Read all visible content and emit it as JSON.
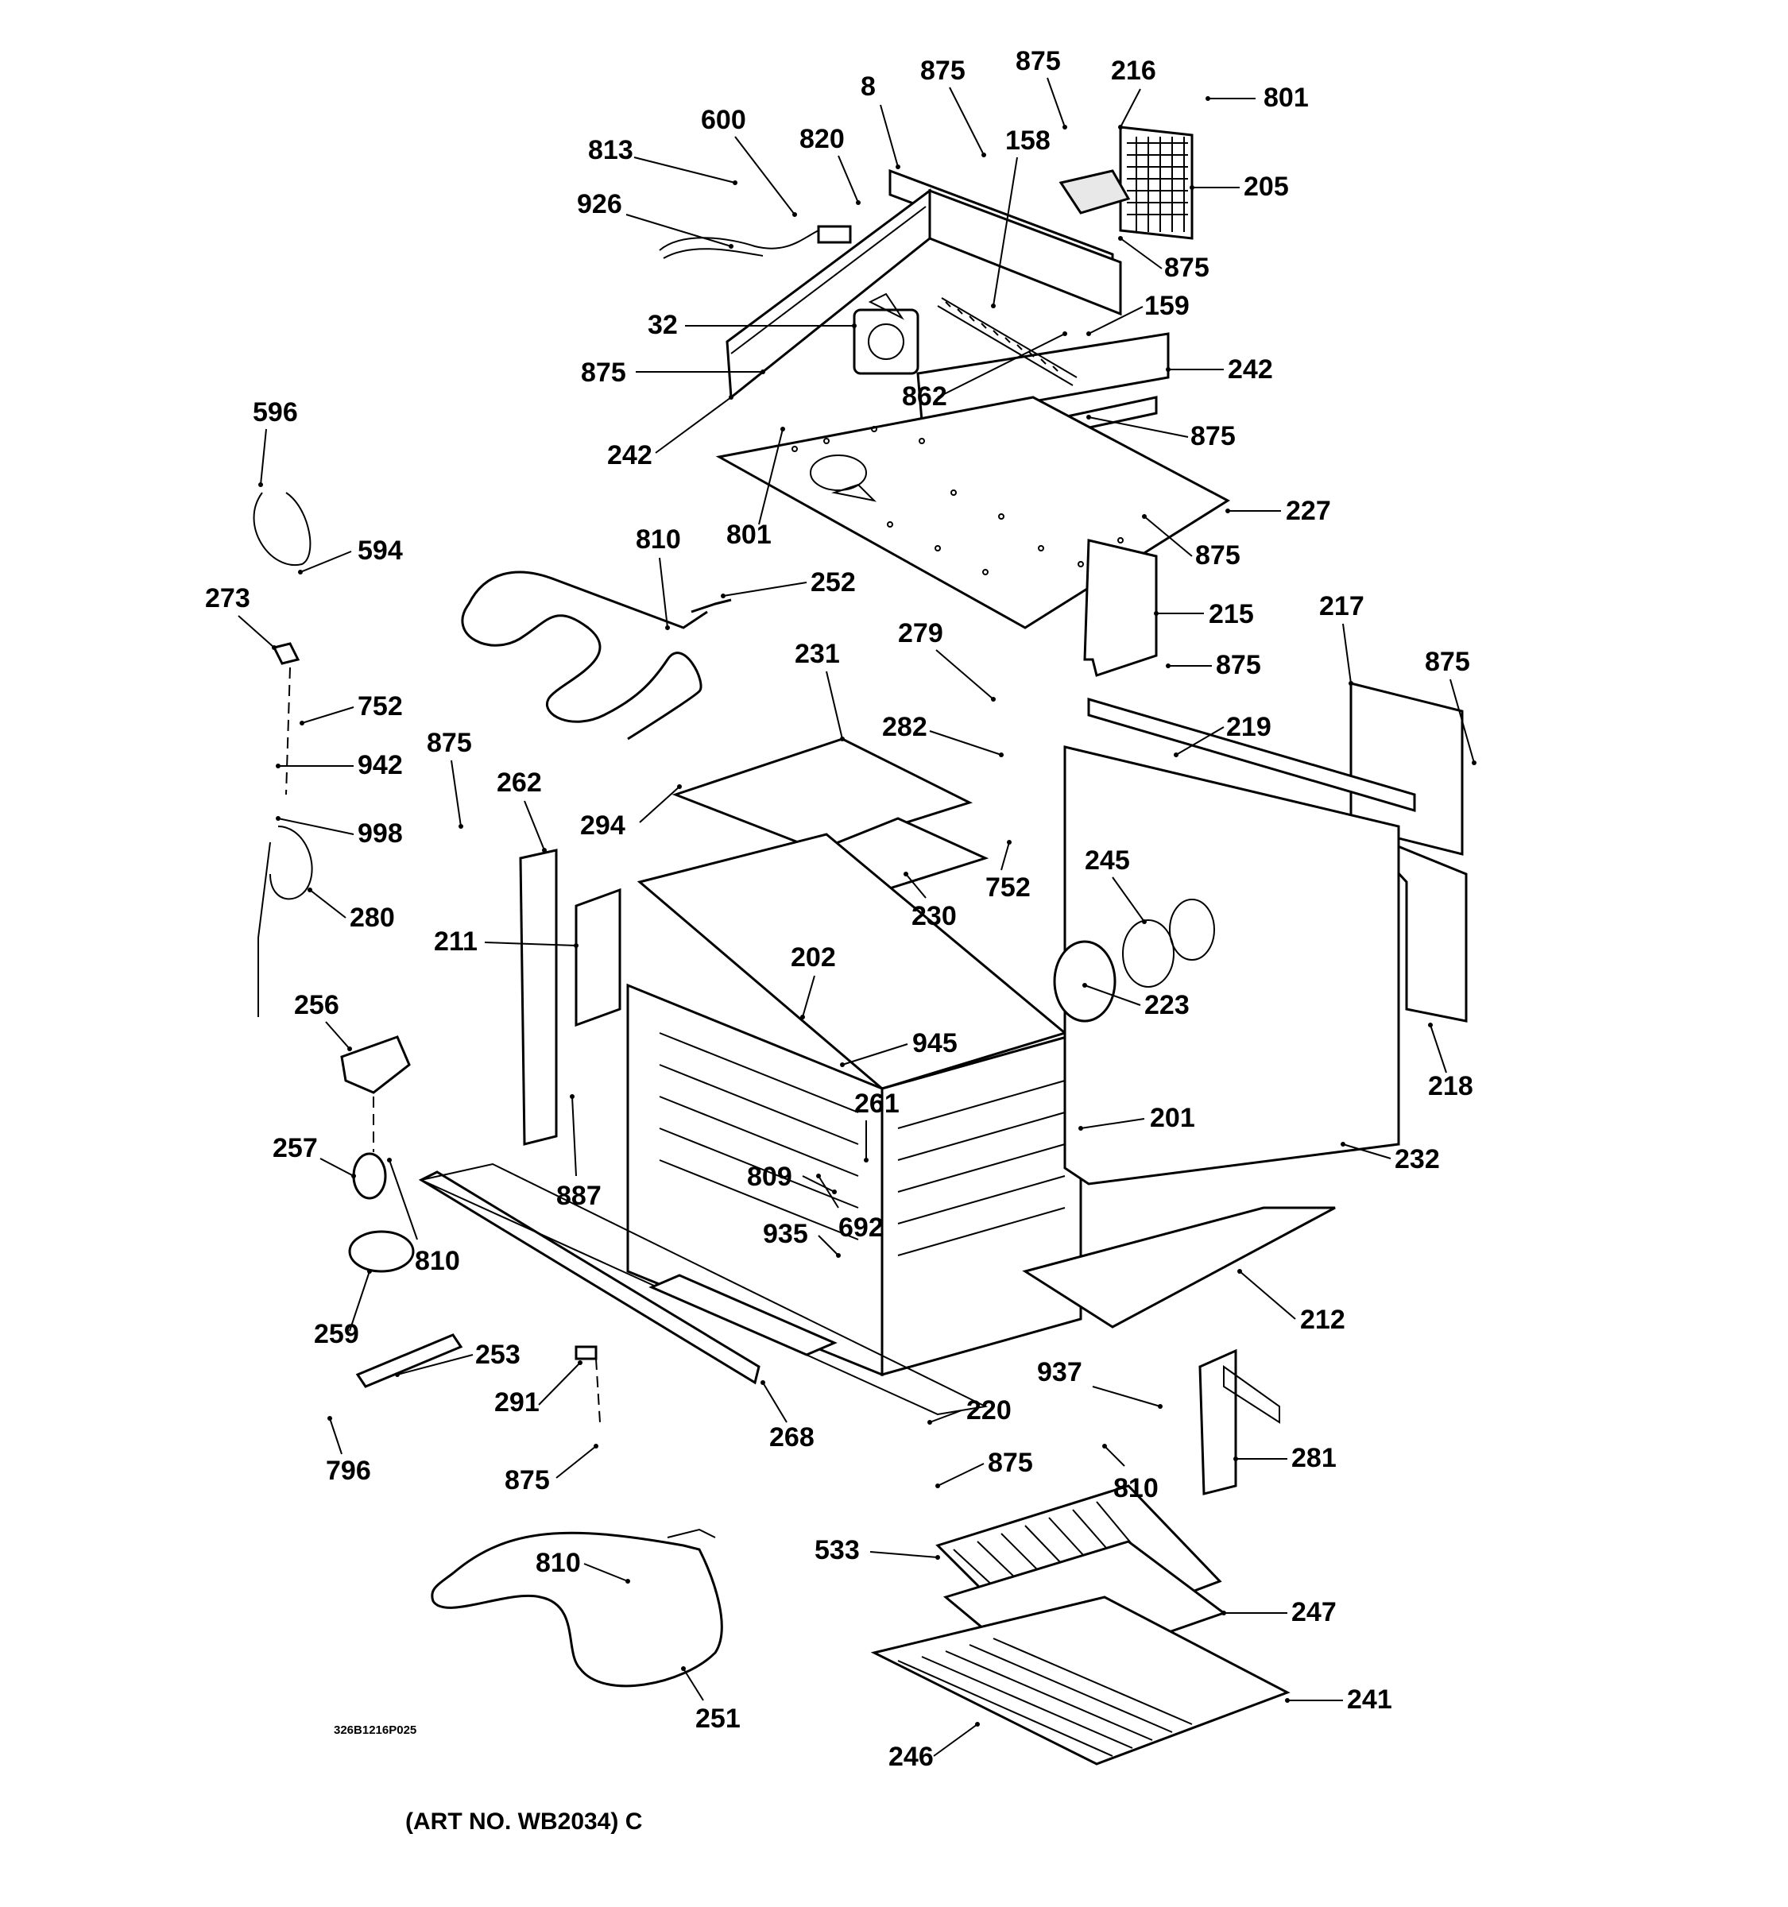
{
  "diagram": {
    "art_number": "(ART NO. WB2034) C",
    "drawing_code": "326B1216P025",
    "callouts": [
      {
        "id": "c0",
        "label": "8"
      },
      {
        "id": "c1",
        "label": "875"
      },
      {
        "id": "c2",
        "label": "875"
      },
      {
        "id": "c3",
        "label": "216"
      },
      {
        "id": "c4",
        "label": "801"
      },
      {
        "id": "c5",
        "label": "600"
      },
      {
        "id": "c6",
        "label": "820"
      },
      {
        "id": "c7",
        "label": "813"
      },
      {
        "id": "c8",
        "label": "158"
      },
      {
        "id": "c9",
        "label": "205"
      },
      {
        "id": "c10",
        "label": "926"
      },
      {
        "id": "c11",
        "label": "875"
      },
      {
        "id": "c12",
        "label": "159"
      },
      {
        "id": "c13",
        "label": "32"
      },
      {
        "id": "c14",
        "label": "242"
      },
      {
        "id": "c15",
        "label": "875"
      },
      {
        "id": "c16",
        "label": "862"
      },
      {
        "id": "c17",
        "label": "596"
      },
      {
        "id": "c18",
        "label": "875"
      },
      {
        "id": "c19",
        "label": "242"
      },
      {
        "id": "c20",
        "label": "227"
      },
      {
        "id": "c21",
        "label": "801"
      },
      {
        "id": "c22",
        "label": "810"
      },
      {
        "id": "c23",
        "label": "594"
      },
      {
        "id": "c24",
        "label": "875"
      },
      {
        "id": "c25",
        "label": "252"
      },
      {
        "id": "c26",
        "label": "273"
      },
      {
        "id": "c27",
        "label": "217"
      },
      {
        "id": "c28",
        "label": "215"
      },
      {
        "id": "c29",
        "label": "279"
      },
      {
        "id": "c30",
        "label": "231"
      },
      {
        "id": "c31",
        "label": "875"
      },
      {
        "id": "c32",
        "label": "875"
      },
      {
        "id": "c33",
        "label": "752"
      },
      {
        "id": "c34",
        "label": "282"
      },
      {
        "id": "c35",
        "label": "219"
      },
      {
        "id": "c36",
        "label": "875"
      },
      {
        "id": "c37",
        "label": "942"
      },
      {
        "id": "c38",
        "label": "262"
      },
      {
        "id": "c39",
        "label": "998"
      },
      {
        "id": "c40",
        "label": "294"
      },
      {
        "id": "c41",
        "label": "245"
      },
      {
        "id": "c42",
        "label": "752"
      },
      {
        "id": "c43",
        "label": "230"
      },
      {
        "id": "c44",
        "label": "280"
      },
      {
        "id": "c45",
        "label": "211"
      },
      {
        "id": "c46",
        "label": "202"
      },
      {
        "id": "c47",
        "label": "223"
      },
      {
        "id": "c48",
        "label": "256"
      },
      {
        "id": "c49",
        "label": "945"
      },
      {
        "id": "c50",
        "label": "218"
      },
      {
        "id": "c51",
        "label": "261"
      },
      {
        "id": "c52",
        "label": "201"
      },
      {
        "id": "c53",
        "label": "257"
      },
      {
        "id": "c54",
        "label": "232"
      },
      {
        "id": "c55",
        "label": "809"
      },
      {
        "id": "c56",
        "label": "887"
      },
      {
        "id": "c57",
        "label": "692"
      },
      {
        "id": "c58",
        "label": "810"
      },
      {
        "id": "c59",
        "label": "935"
      },
      {
        "id": "c60",
        "label": "212"
      },
      {
        "id": "c61",
        "label": "259"
      },
      {
        "id": "c62",
        "label": "253"
      },
      {
        "id": "c63",
        "label": "937"
      },
      {
        "id": "c64",
        "label": "291"
      },
      {
        "id": "c65",
        "label": "220"
      },
      {
        "id": "c66",
        "label": "268"
      },
      {
        "id": "c67",
        "label": "281"
      },
      {
        "id": "c68",
        "label": "796"
      },
      {
        "id": "c69",
        "label": "875"
      },
      {
        "id": "c70",
        "label": "875"
      },
      {
        "id": "c71",
        "label": "810"
      },
      {
        "id": "c72",
        "label": "533"
      },
      {
        "id": "c73",
        "label": "810"
      },
      {
        "id": "c74",
        "label": "247"
      },
      {
        "id": "c75",
        "label": "241"
      },
      {
        "id": "c76",
        "label": "251"
      },
      {
        "id": "c77",
        "label": "246"
      }
    ]
  }
}
